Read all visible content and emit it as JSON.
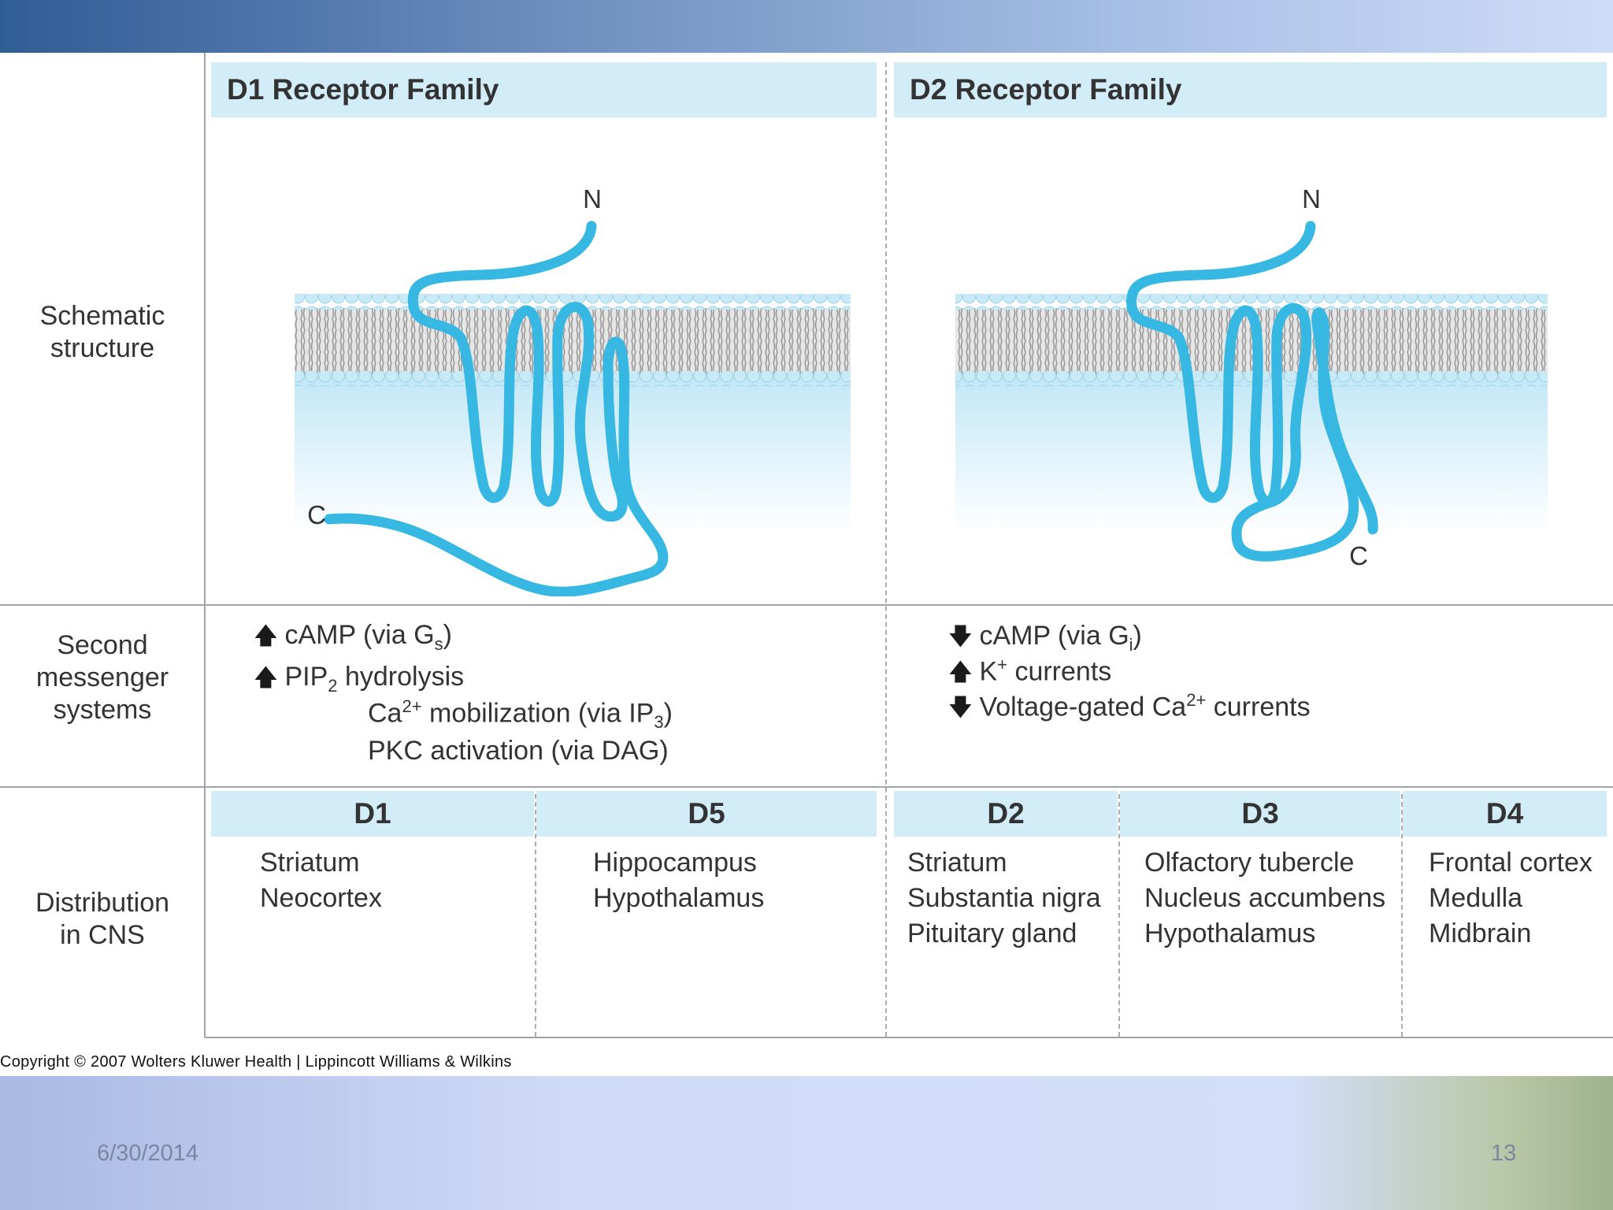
{
  "rows": {
    "schematic": [
      "Schematic",
      "structure"
    ],
    "second_messenger": [
      "Second",
      "messenger",
      "systems"
    ],
    "distribution": [
      "Distribution",
      "in CNS"
    ]
  },
  "d1_family": {
    "title": "D1 Receptor Family",
    "n_label": "N",
    "c_label": "C",
    "messengers": [
      {
        "arrow": "up",
        "text": "cAMP (via G",
        "sub": "s",
        "after": ")"
      },
      {
        "arrow": "up",
        "text": "PIP",
        "sub": "2",
        "after": " hydrolysis"
      },
      {
        "arrow": "none",
        "text": "Ca",
        "sup": "2+",
        "mid": " mobilization (via IP",
        "sub": "3",
        "after": ")"
      },
      {
        "arrow": "none",
        "text": "PKC activation (via DAG)"
      }
    ],
    "receptors": [
      {
        "name": "D1",
        "locations": [
          "Striatum",
          "Neocortex"
        ]
      },
      {
        "name": "D5",
        "locations": [
          "Hippocampus",
          "Hypothalamus"
        ]
      }
    ]
  },
  "d2_family": {
    "title": "D2 Receptor Family",
    "n_label": "N",
    "c_label": "C",
    "messengers": [
      {
        "arrow": "down",
        "text": "cAMP (via G",
        "sub": "i",
        "after": ")"
      },
      {
        "arrow": "up",
        "text": "K",
        "sup": "+",
        "after": " currents"
      },
      {
        "arrow": "down",
        "text": "Voltage-gated Ca",
        "sup": "2+",
        "after": " currents"
      }
    ],
    "receptors": [
      {
        "name": "D2",
        "locations": [
          "Striatum",
          "Substantia nigra",
          "Pituitary gland"
        ]
      },
      {
        "name": "D3",
        "locations": [
          "Olfactory tubercle",
          "Nucleus accumbens",
          "Hypothalamus"
        ]
      },
      {
        "name": "D4",
        "locations": [
          "Frontal cortex",
          "Medulla",
          "Midbrain"
        ]
      }
    ]
  },
  "copyright": "Copyright © 2007 Wolters Kluwer Health | Lippincott Williams & Wilkins",
  "footer": {
    "date": "6/30/2014",
    "page": "13"
  },
  "colors": {
    "receptor": "#36b8e3",
    "header_bg": "#d2ecf8",
    "lipid_head": "#c8eaf7",
    "lipid_tail": "#b9b9b9"
  }
}
